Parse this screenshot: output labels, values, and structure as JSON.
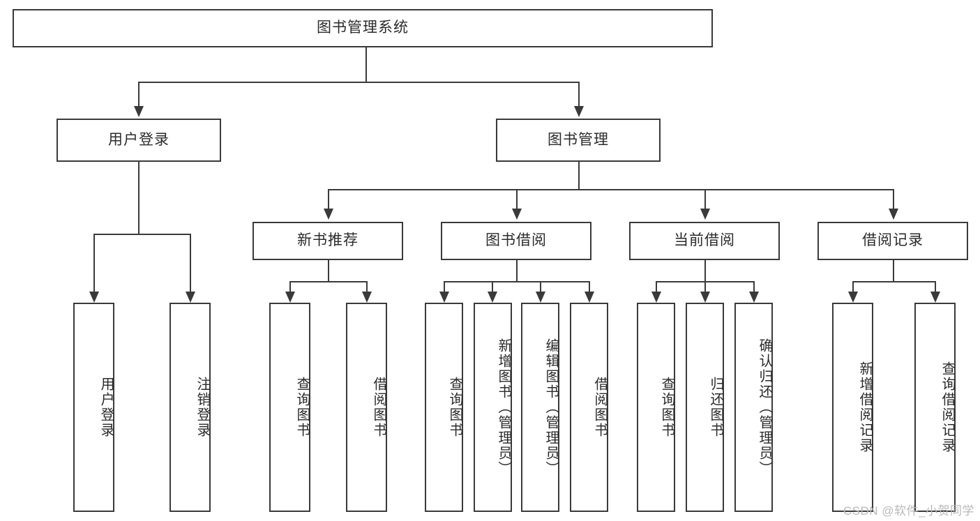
{
  "diagram": {
    "title": "图书管理系统",
    "type": "tree-hierarchy-chart",
    "root": {
      "label": "图书管理系统"
    },
    "level2": [
      {
        "label": "用户登录"
      },
      {
        "label": "图书管理"
      }
    ],
    "level3": [
      {
        "label": "新书推荐"
      },
      {
        "label": "图书借阅"
      },
      {
        "label": "当前借阅"
      },
      {
        "label": "借阅记录"
      }
    ],
    "leaves_user_login": [
      {
        "label": "用户登录"
      },
      {
        "label": "注销登录"
      }
    ],
    "leaves_new_book": [
      {
        "label": "查询图书"
      },
      {
        "label": "借阅图书"
      }
    ],
    "leaves_book_borrow": [
      {
        "label": "查询图书"
      },
      {
        "label": "新增图书（管理员）"
      },
      {
        "label": "编辑图书（管理员）"
      },
      {
        "label": "借阅图书"
      }
    ],
    "leaves_current_borrow": [
      {
        "label": "查询图书"
      },
      {
        "label": "归还图书"
      },
      {
        "label": "确认归还（管理员）"
      }
    ],
    "leaves_borrow_record": [
      {
        "label": "新增借阅记录"
      },
      {
        "label": "查询借阅记录"
      }
    ],
    "colors": {
      "stroke": "#3a3a3a",
      "background": "#ffffff",
      "text": "#2b2b2b",
      "watermark": "#b9b9b9"
    }
  },
  "watermark": {
    "text": "CSDN @软件_小贺同学"
  }
}
